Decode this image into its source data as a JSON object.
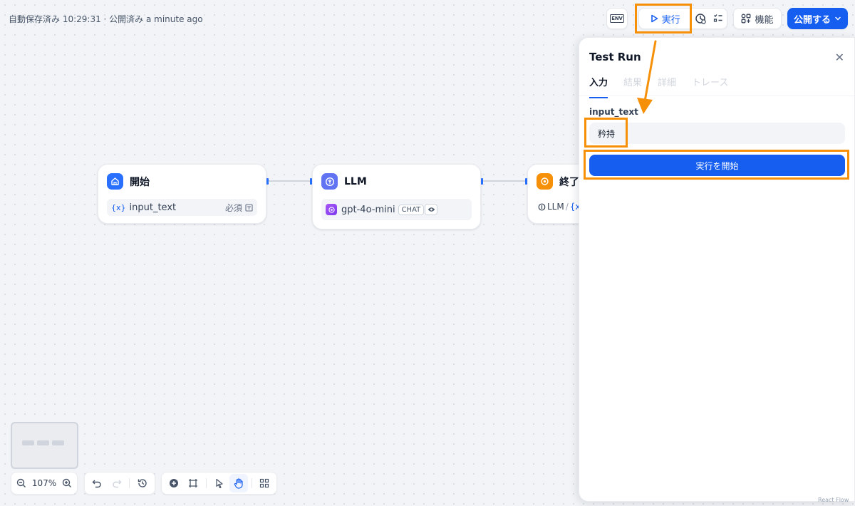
{
  "status": {
    "text": "自動保存済み 10:29:31 · 公開済み a minute ago"
  },
  "toolbar": {
    "env_badge": "ENV",
    "run_label": "実行",
    "features_label": "機能",
    "publish_label": "公開する"
  },
  "nodes": {
    "start": {
      "title": "開始",
      "var_mark": "{x}",
      "var_name": "input_text",
      "required": "必須"
    },
    "llm": {
      "title": "LLM",
      "model": "gpt-4o-mini",
      "mode": "CHAT"
    },
    "end": {
      "title": "終了",
      "ref_node": "LLM",
      "ref_sep": "/",
      "var_mark": "{x"
    }
  },
  "panel": {
    "title": "Test Run",
    "tabs": [
      {
        "label": "入力"
      },
      {
        "label": "結果"
      },
      {
        "label": "詳細"
      },
      {
        "label": "トレース"
      }
    ],
    "field_label": "input_text",
    "field_value": "矜持",
    "start_label": "実行を開始"
  },
  "zoom": {
    "level": "107%"
  },
  "credit": {
    "text": "React Flow"
  },
  "colors": {
    "accent": "#155eef",
    "highlight": "#f79009",
    "end_node": "#f79009",
    "llm_node": "#6172f3"
  }
}
